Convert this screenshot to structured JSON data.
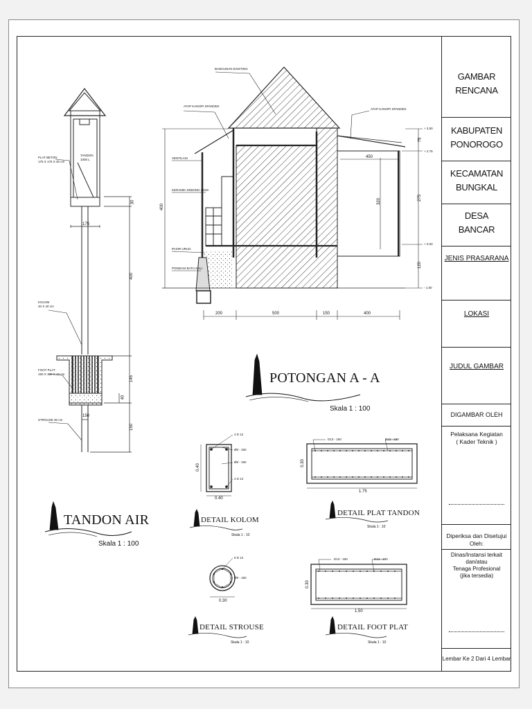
{
  "title_block": {
    "gambar_rencana": "GAMBAR RENCANA",
    "kabupaten": "KABUPATEN\nPONOROGO",
    "kecamatan": "KECAMATAN\nBUNGKAL",
    "desa": "DESA\nBANCAR",
    "jenis_prasarana": "JENIS PRASARANA",
    "lokasi": "LOKASI",
    "judul_gambar": "JUDUL GAMBAR",
    "digambar_oleh": "DIGAMBAR OLEH",
    "pelaksana": "Pelaksana Kegiatan\n( Kader Teknik )",
    "diperiksa": "Diperiksa dan Disetujui Oleh:",
    "dinas": "Dinas/Instansi terkait dan/atau\nTenaga Profesional\n(jika tersedia)",
    "lembar": "Lembar Ke 2 Dari 4 Lembar"
  },
  "drawings": {
    "potongan": {
      "title": "POTONGAN A - A",
      "scale": "Skala   1 : 100"
    },
    "tandon_air": {
      "title": "TANDON AIR",
      "scale": "Skala   1 : 100"
    },
    "detail_kolom": {
      "title": "DETAIL KOLOM",
      "scale": "Skala   1 : 10"
    },
    "detail_plat_tandon": {
      "title": "DETAIL PLAT TANDON",
      "scale": "Skala   1 : 10"
    },
    "detail_strouse": {
      "title": "DETAIL STROUSE",
      "scale": "Skala   1 : 10"
    },
    "detail_foot_plat": {
      "title": "DETAIL FOOT PLAT",
      "scale": "Skala   1 : 10"
    }
  },
  "section_labels": {
    "bangunan_existing": "BANGUNAN EXISTING",
    "atap_kanopi_left": "ATAP KANOPI SPANDEK",
    "atap_kanopi_right": "ATAP KANOPI SPANDEK",
    "ventilasi": "VENTILASI",
    "keramik": "KERAMIK DINDING 25/40",
    "pasir_urug": "PASIR URUG",
    "pondasi": "PONDASI BATU KALI"
  },
  "section_dims": {
    "left_height": "400",
    "room_height": "320",
    "width_top": "450",
    "levels": [
      "+ 3.50",
      "+ 2.75",
      "+ 0.00",
      "- 1.50"
    ],
    "right_dims": [
      "75",
      "275",
      "120"
    ],
    "bottom": [
      "200",
      "500",
      "150",
      "400"
    ]
  },
  "tandon_labels": {
    "tandon": "TANDON\n1000 L",
    "plat_beton": "PLAT BETON\n175 X 175 X 30 cm",
    "kolom": "KOLOM\n40 X 40 cm",
    "foot_plat": "FOOT PLAT\n150 X 150 X 40 cm",
    "strouse": "STROUSE 30 cm"
  },
  "tandon_dims": {
    "d30": "30",
    "d175": "175",
    "d400": "400",
    "d145": "145",
    "d40": "40",
    "d150": "150",
    "d150b": "150"
  },
  "detail_dims": {
    "kolom_w": "0.40",
    "kolom_h": "0.40",
    "plat_h": "0.30",
    "plat_w": "1.75",
    "strouse_d": "0.30",
    "foot_h": "0.30",
    "foot_w": "1.50"
  },
  "rebar_notes": {
    "kolom": [
      "4 D 12",
      "Ø8 - 150",
      "Ø8 - 150",
      "4 D 12"
    ],
    "plat_tandon": [
      "D13 - 150",
      "D13 - 150"
    ],
    "strouse": [
      "6 D 12",
      "Ø8 - 150"
    ],
    "foot_plat": [
      "D13 - 150",
      "D13 - 150"
    ]
  }
}
